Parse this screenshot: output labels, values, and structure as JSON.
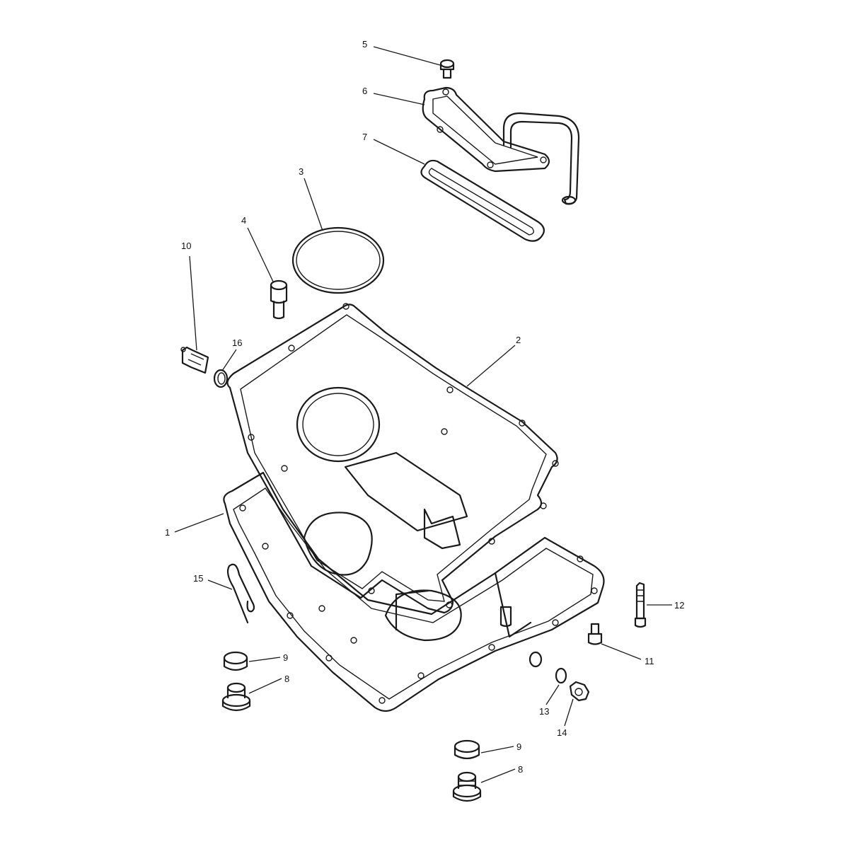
{
  "callouts": [
    {
      "id": "c5",
      "label": "5"
    },
    {
      "id": "c6",
      "label": "6"
    },
    {
      "id": "c7",
      "label": "7"
    },
    {
      "id": "c3",
      "label": "3"
    },
    {
      "id": "c4",
      "label": "4"
    },
    {
      "id": "c10",
      "label": "10"
    },
    {
      "id": "c16",
      "label": "16"
    },
    {
      "id": "c2",
      "label": "2"
    },
    {
      "id": "c1",
      "label": "1"
    },
    {
      "id": "c15",
      "label": "15"
    },
    {
      "id": "c9a",
      "label": "9"
    },
    {
      "id": "c8a",
      "label": "8"
    },
    {
      "id": "c12",
      "label": "12"
    },
    {
      "id": "c11",
      "label": "11"
    },
    {
      "id": "c13",
      "label": "13"
    },
    {
      "id": "c14",
      "label": "14"
    },
    {
      "id": "c9b",
      "label": "9"
    },
    {
      "id": "c8b",
      "label": "8"
    }
  ]
}
